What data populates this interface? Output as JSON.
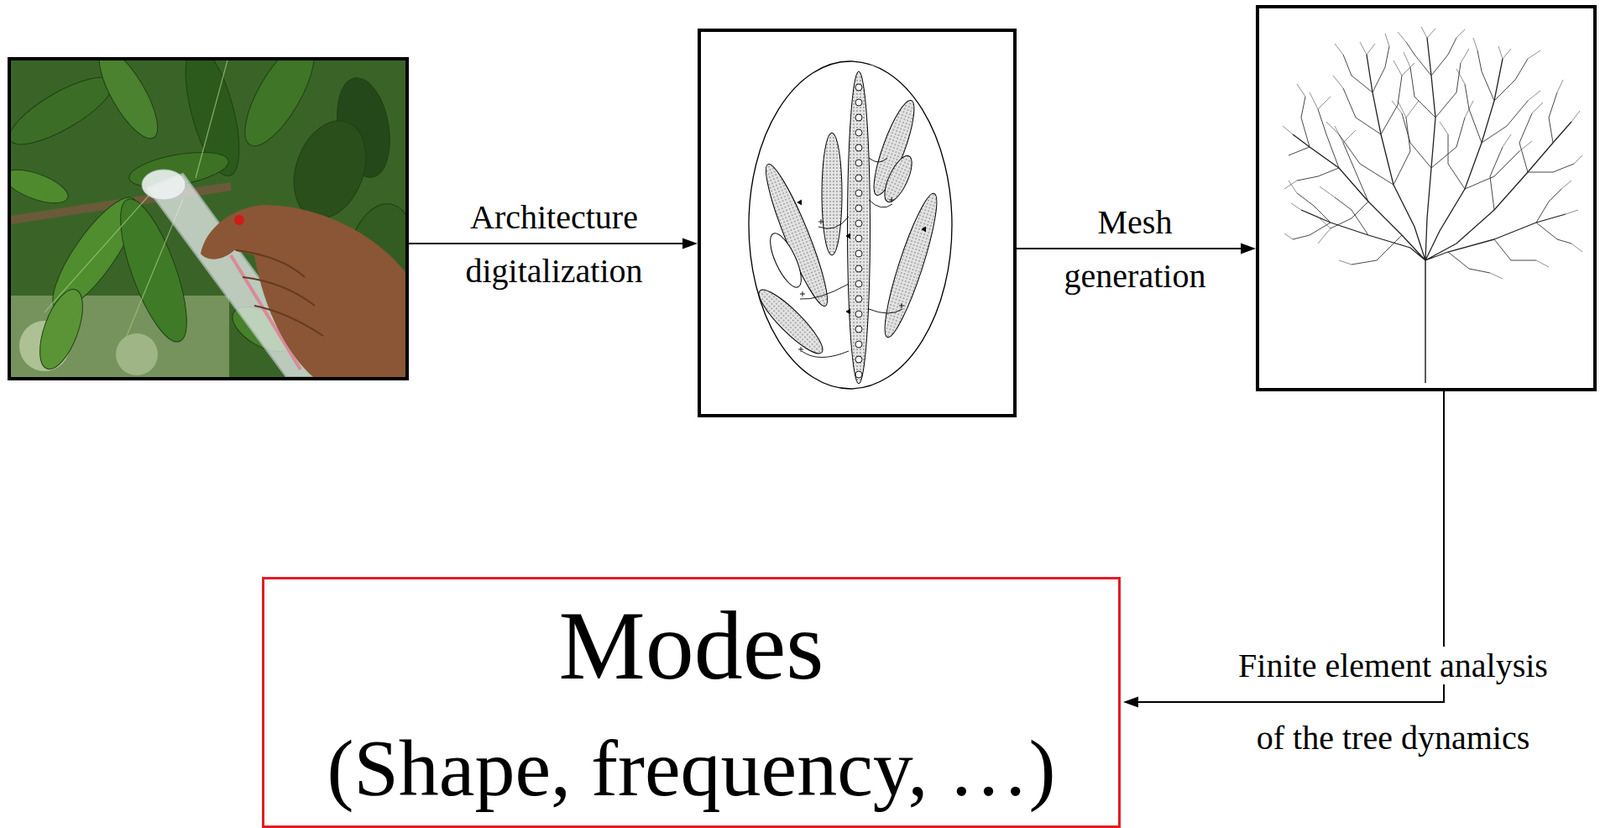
{
  "diagram": {
    "nodes": [
      {
        "text": [
          "Modes",
          "(Shape, frequency, …)"
        ]
      }
    ],
    "labels": [
      "Architecture digitalization",
      "Mesh generation",
      "Finite element analysis of the tree dynamics"
    ]
  }
}
